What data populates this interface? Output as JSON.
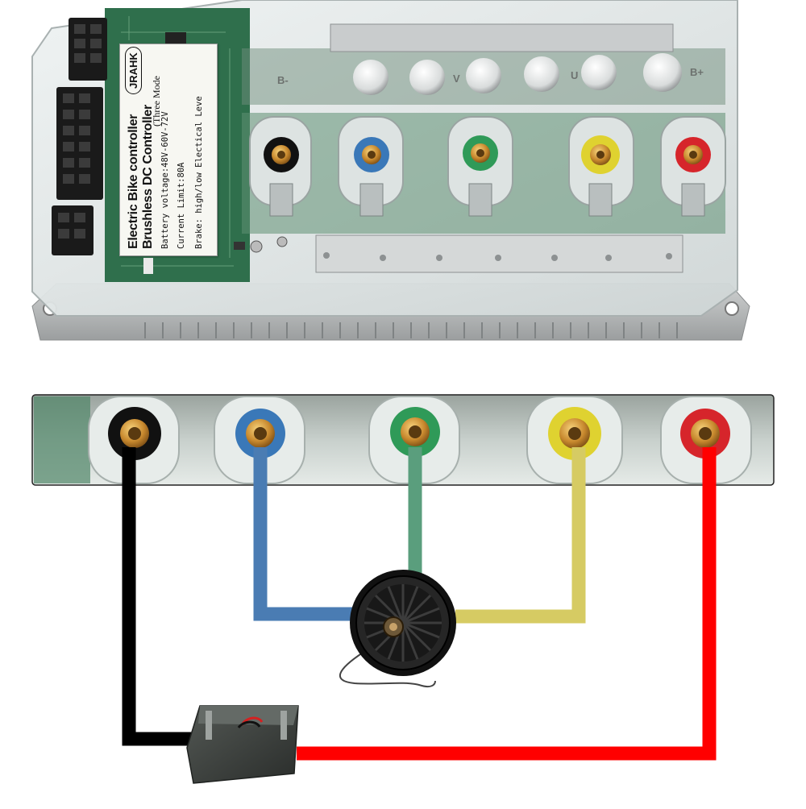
{
  "controller_label": {
    "brand": "JRAHK",
    "title_line1": "Electric Bike controller",
    "title_line2": "Brushless DC Controller",
    "mode": "(Three Mode",
    "battery_voltage": "Battery voltage:48V-60V-72V",
    "current_limit": "Current Limit:80A",
    "brake": "Brake: high/low Electical Leve"
  },
  "capacitor_codes": [
    "B-",
    "V",
    "U",
    "B+"
  ],
  "terminals": [
    {
      "name": "battery-negative",
      "color": "#111111"
    },
    {
      "name": "phase-blue",
      "color": "#3a78b8"
    },
    {
      "name": "phase-green",
      "color": "#2f9a58"
    },
    {
      "name": "phase-yellow",
      "color": "#dfd230"
    },
    {
      "name": "battery-positive",
      "color": "#d6252b"
    }
  ],
  "wire_colors": {
    "black": "#000000",
    "blue": "#4a7cb3",
    "green": "#5a9e7d",
    "yellow": "#d6cb63",
    "red": "#ff0000"
  },
  "icons": [
    "hub-motor-icon",
    "battery-pack-icon",
    "brass-terminal-icon"
  ]
}
